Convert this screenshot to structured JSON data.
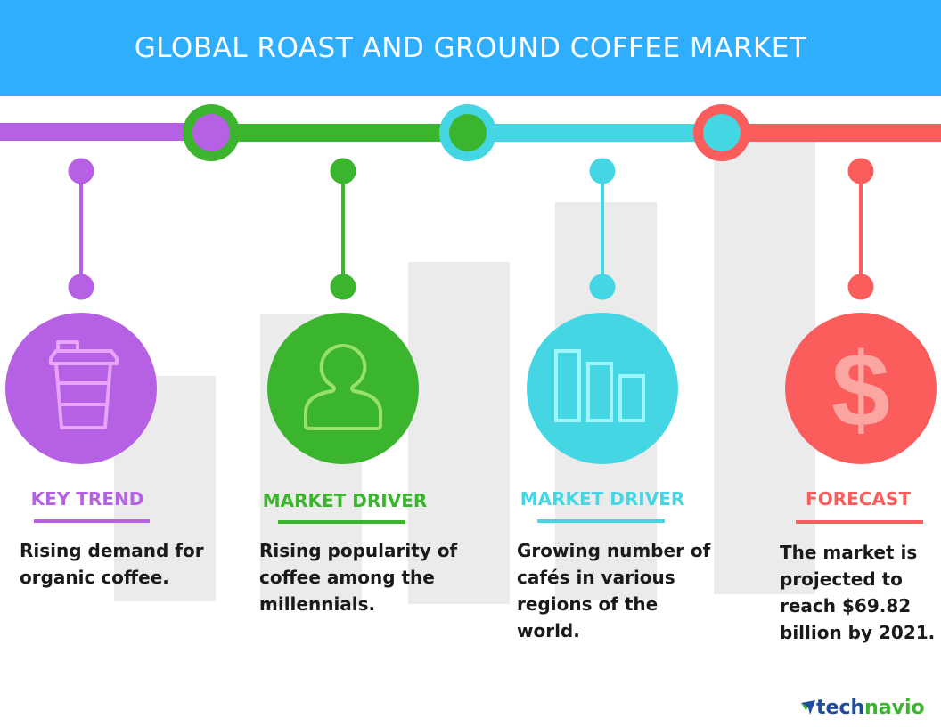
{
  "title": "GLOBAL ROAST AND GROUND COFFEE MARKET",
  "colors": {
    "header": "#2eaefc",
    "purple": "#b660e3",
    "green": "#3bb52d",
    "cyan": "#45d6e4",
    "red": "#fb5d5d"
  },
  "sections": [
    {
      "label": "KEY TREND",
      "icon": "coffee-cup-icon",
      "text": [
        "Rising demand for",
        "organic coffee."
      ]
    },
    {
      "label": "MARKET DRIVER",
      "icon": "person-icon",
      "text": [
        "Rising popularity of",
        "coffee among the",
        "millennials."
      ]
    },
    {
      "label": "MARKET DRIVER",
      "icon": "bar-chart-icon",
      "text": [
        "Growing number of",
        "cafés in various",
        "regions of the",
        "world."
      ]
    },
    {
      "label": "FORECAST",
      "icon": "dollar-icon",
      "text": [
        "The market is",
        "projected to",
        "reach $69.82",
        "billion by 2021."
      ]
    }
  ],
  "logo": {
    "part1": "tech",
    "part2": "navio"
  }
}
